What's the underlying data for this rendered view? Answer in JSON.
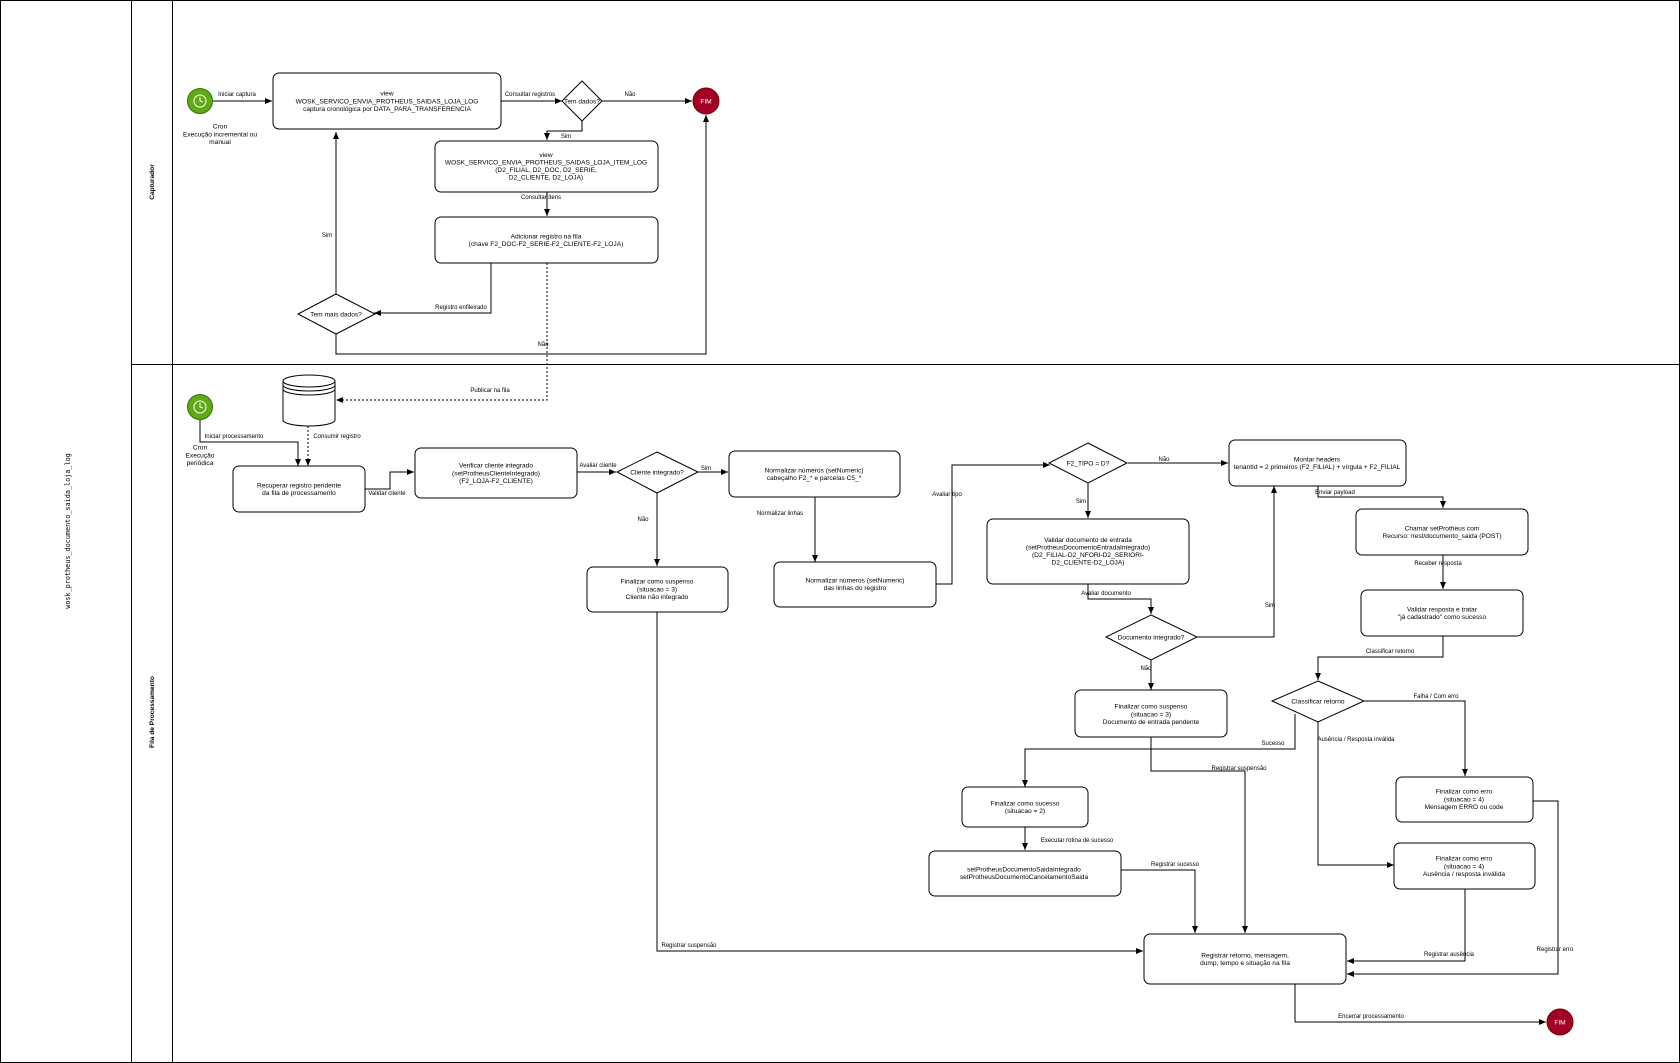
{
  "pool": {
    "title": "wosk_protheus_documento_saida_loja_log",
    "lanes": [
      "Capturador",
      "Fila de Processamento"
    ]
  },
  "colors": {
    "start": "#60a917",
    "start_stroke": "#2d7600",
    "end": "#a20025",
    "end_stroke": "#6f0000",
    "stroke": "#000000",
    "background": "#ffffff"
  },
  "icons": {
    "start": "clock-icon",
    "datastore": "database-icon"
  },
  "nodes": {
    "cap_start_label": [
      "Cron",
      "Execução incremental ou",
      "manual"
    ],
    "cap_view": [
      "view",
      "WOSK_SERVICO_ENVIA_PROTHEUS_SAIDAS_LOJA_LOG",
      "captura cronológica por DATA_PARA_TRANSFERENCIA"
    ],
    "cap_dec_dados": [
      "Tem dados?"
    ],
    "cap_end": "FIM",
    "cap_view_item": [
      "view",
      "WOSK_SERVICO_ENVIA_PROTHEUS_SAIDAS_LOJA_ITEM_LOG",
      "(D2_FILIAL, D2_DOC, D2_SERIE,",
      "D2_CLIENTE, D2_LOJA)"
    ],
    "cap_add": [
      "Adicionar registro na fila",
      "(chave F2_DOC-F2_SERIE-F2_CLIENTE-F2_LOJA)"
    ],
    "cap_dec_mais": [
      "Tem mais dados?"
    ],
    "fila_start_label": [
      "Cron",
      "Execução",
      "periódica"
    ],
    "recuperar": [
      "Recuperar registro pendente",
      "da fila de processamento"
    ],
    "verificar": [
      "Verificar cliente integrado",
      "(setProtheusClienteIntegrado)",
      "(F2_LOJA-F2_CLIENTE)"
    ],
    "dec_cliente": [
      "Cliente integrado?"
    ],
    "norm_numeros": [
      "Normalizar números (setNumeric)",
      "cabeçalho F2_* e parcelas C5_*"
    ],
    "susp_cliente": [
      "Finalizar como suspenso",
      "(situacao = 3)",
      "Cliente não integrado"
    ],
    "norm_linhas": [
      "Normalizar números (setNumeric)",
      "das linhas do registro"
    ],
    "dec_tipo": [
      "F2_TIPO = D?"
    ],
    "validar_doc": [
      "Validar documento de entrada",
      "(setProtheusDocumentoEntradaIntegrado)",
      "(D2_FILIAL-D2_NFORI-D2_SERIORI-",
      "D2_CLIENTE-D2_LOJA)"
    ],
    "dec_doc": [
      "Documento integrado?"
    ],
    "susp_doc": [
      "Finalizar como suspenso",
      "(situacao = 3)",
      "Documento de entrada pendente"
    ],
    "headers": [
      "Montar headers",
      "tenantId = 2 primeiros (F2_FILIAL) + vírgula + F2_FILIAL"
    ],
    "chamar": [
      "Chamar setProtheus com",
      "Recurso: /rest/documento_saida (POST)"
    ],
    "validar_resp": [
      "Validar resposta e tratar",
      "\"já cadastrado\" como sucesso"
    ],
    "dec_class": [
      "Classificar retorno"
    ],
    "sucesso": [
      "Finalizar como sucesso",
      "(situacao = 2)"
    ],
    "rotina": [
      "setProtheusDocumentoSaidaIntegrado",
      "setProtheusDocumentoCancelamentoSaida"
    ],
    "erro1": [
      "Finalizar como erro",
      "(situacao = 4)",
      "Mensagem ERRO ou code"
    ],
    "erro2": [
      "Finalizar como erro",
      "(situacao = 4)",
      "Ausência / resposta inválida"
    ],
    "registrar": [
      "Registrar retorno, mensagem,",
      "dump, tempo e situação na fila"
    ],
    "fila_end": "FIM"
  },
  "edges": {
    "iniciar_captura": "Iniciar captura",
    "consultar_registros": "Consultar registros",
    "nao_1": "Não",
    "sim_1": "Sim",
    "consultar_itens": "Consultar itens",
    "registro_enfileirado": "Registro enfileirado",
    "sim_2": "Sim",
    "nao_2": "Não",
    "publicar_fila": "Publicar na fila",
    "consumir_registro": "Consumir registro",
    "iniciar_processamento": "Iniciar processamento",
    "validar_cliente": "Validar cliente",
    "avaliar_cliente": "Avaliar cliente",
    "sim_3": "Sim",
    "nao_3": "Não",
    "normalizar_linhas": "Normalizar linhas",
    "avaliar_tipo": "Avaliar tipo",
    "nao_4": "Não",
    "sim_4": "Sim",
    "avaliar_documento": "Avaliar documento",
    "sim_5": "Sim",
    "nao_5": "Não",
    "enviar_payload": "Enviar payload",
    "receber_resposta": "Receber resposta",
    "classificar_retorno": "Classificar retorno",
    "falha_erro": "Falha / Com erro",
    "ausencia": "Ausência / Resposta inválida",
    "sucesso": "Sucesso",
    "registrar_suspensao_1": "Registrar suspensão",
    "executar_rotina": "Executar rotina de sucesso",
    "registrar_sucesso": "Registrar sucesso",
    "registrar_suspensao_2": "Registrar suspensão",
    "registrar_ausencia": "Registrar ausência",
    "registrar_erro": "Registrar erro",
    "encerrar": "Encerrar processamento"
  }
}
